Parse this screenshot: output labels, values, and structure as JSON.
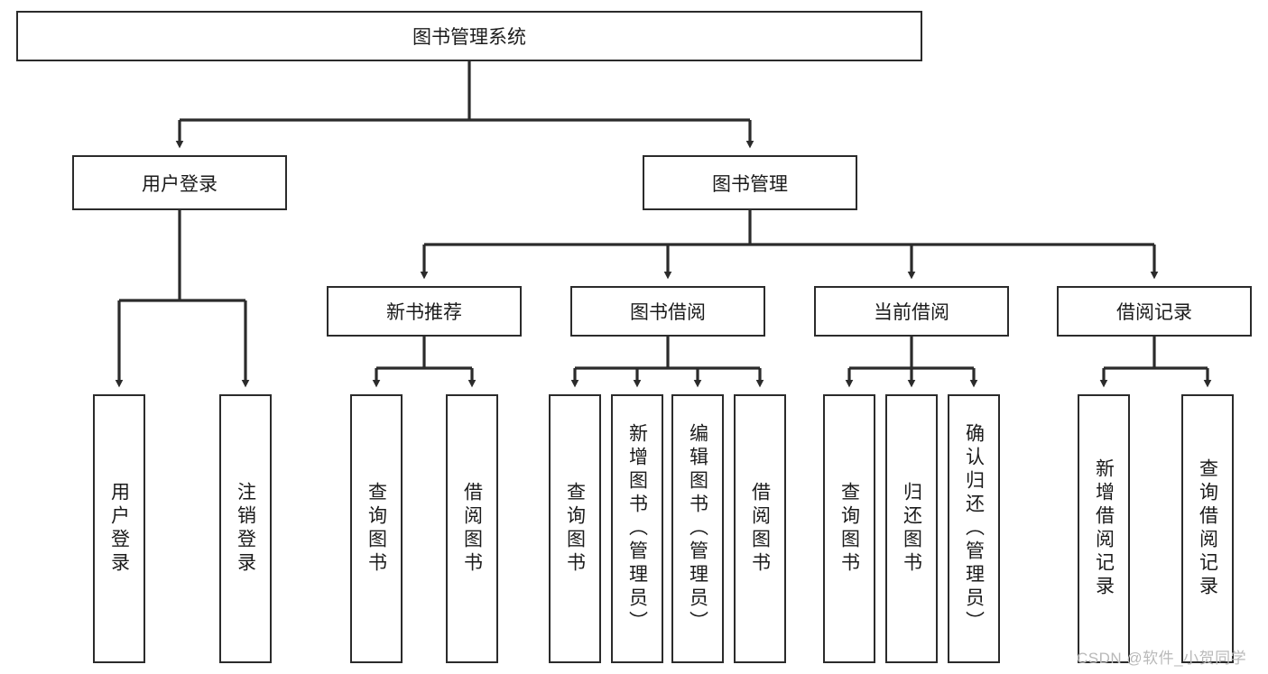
{
  "diagram": {
    "title": "图书管理系统",
    "type": "hierarchy-tree",
    "watermark": "CSDN @软件_小贺同学",
    "colors": {
      "stroke": "#2b2b2b",
      "fill": "#ffffff",
      "text": "#1b1b1b",
      "watermark": "#b9b9b9"
    },
    "nodes": {
      "root": {
        "label": "图书管理系统"
      },
      "level2": [
        {
          "id": "user-login",
          "label": "用户登录"
        },
        {
          "id": "book-manage",
          "label": "图书管理"
        }
      ],
      "level3": [
        {
          "id": "new-book-recommend",
          "label": "新书推荐"
        },
        {
          "id": "book-borrow",
          "label": "图书借阅"
        },
        {
          "id": "current-borrow",
          "label": "当前借阅"
        },
        {
          "id": "borrow-record",
          "label": "借阅记录"
        }
      ],
      "leaves": {
        "user_login": [
          {
            "id": "leaf-user-login",
            "label": "用户登录"
          },
          {
            "id": "leaf-logout-login",
            "label": "注销登录"
          }
        ],
        "new_book_recommend": [
          {
            "id": "leaf-query-book-1",
            "label": "查询图书"
          },
          {
            "id": "leaf-borrow-book-1",
            "label": "借阅图书"
          }
        ],
        "book_borrow": [
          {
            "id": "leaf-query-book-2",
            "label": "查询图书"
          },
          {
            "id": "leaf-add-book",
            "label": "新增图书（管理员）"
          },
          {
            "id": "leaf-edit-book",
            "label": "编辑图书（管理员）"
          },
          {
            "id": "leaf-borrow-book-2",
            "label": "借阅图书"
          }
        ],
        "current_borrow": [
          {
            "id": "leaf-query-book-3",
            "label": "查询图书"
          },
          {
            "id": "leaf-return-book",
            "label": "归还图书"
          },
          {
            "id": "leaf-confirm-return",
            "label": "确认归还（管理员）"
          }
        ],
        "borrow_record": [
          {
            "id": "leaf-add-borrow-record",
            "label": "新增借阅记录"
          },
          {
            "id": "leaf-query-borrow-record",
            "label": "查询借阅记录"
          }
        ]
      }
    }
  }
}
